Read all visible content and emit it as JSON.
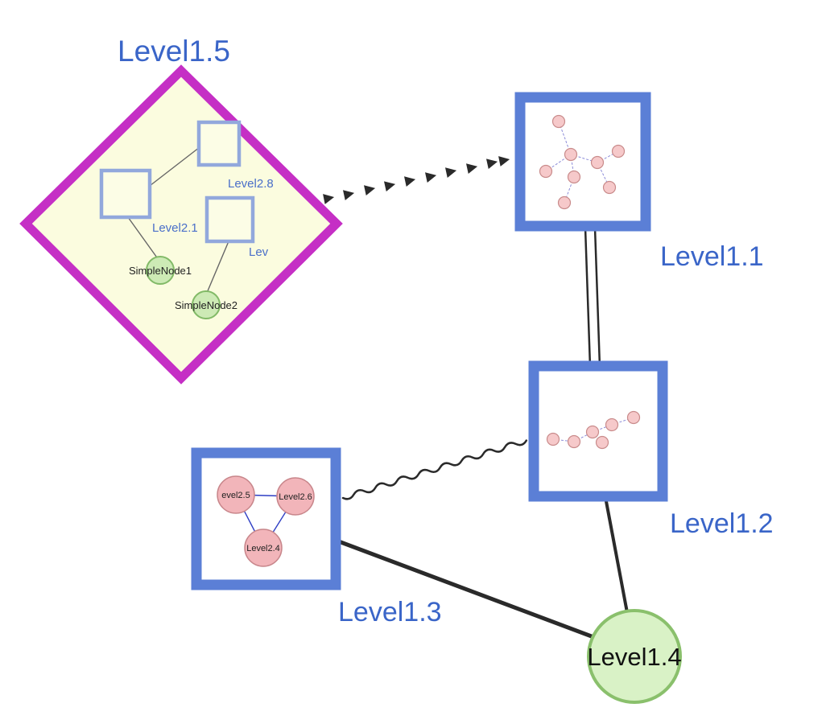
{
  "diagram": {
    "kind": "nested-graph-visualization",
    "top_level_nodes": {
      "level1_5": {
        "label": "Level1.5",
        "shape": "diamond-group",
        "border_color": "#c52fc5",
        "fill": "#fbfcdf"
      },
      "level1_1": {
        "label": "Level1.1",
        "shape": "square-group",
        "border_color": "#5b7fd6",
        "fill": "#ffffff"
      },
      "level1_2": {
        "label": "Level1.2",
        "shape": "square-group",
        "border_color": "#5b7fd6",
        "fill": "#ffffff"
      },
      "level1_3": {
        "label": "Level1.3",
        "shape": "square-group",
        "border_color": "#5b7fd6",
        "fill": "#ffffff"
      },
      "level1_4": {
        "label": "Level1.4",
        "shape": "circle",
        "border_color": "#8ac06c",
        "fill": "#d9f2c6"
      }
    },
    "level1_5_children": {
      "level2_8": {
        "label": "Level2.8",
        "shape": "square"
      },
      "level2_1": {
        "label": "Level2.1",
        "shape": "square"
      },
      "level2_lev": {
        "label": "Lev",
        "shape": "square"
      },
      "simple_node_1": {
        "label": "SimpleNode1",
        "shape": "circle"
      },
      "simple_node_2": {
        "label": "SimpleNode2",
        "shape": "circle"
      }
    },
    "level1_3_children": {
      "level2_5": {
        "label": "evel2.5",
        "shape": "circle"
      },
      "level2_6": {
        "label": "Level2.6",
        "shape": "circle"
      },
      "level2_4": {
        "label": "Level2.4",
        "shape": "circle"
      }
    },
    "edges": [
      {
        "from": "Level1.5",
        "to": "Level1.1",
        "style": "thick-dashed-arrowheads"
      },
      {
        "from": "Level1.1",
        "to": "Level1.2",
        "style": "double-parallel-line"
      },
      {
        "from": "Level1.3",
        "to": "Level1.2",
        "style": "wavy-line"
      },
      {
        "from": "Level1.3",
        "to": "Level1.4",
        "style": "solid-thick"
      },
      {
        "from": "Level1.2",
        "to": "Level1.4",
        "style": "solid"
      }
    ],
    "inner_edges": [
      {
        "from": "Level2.1",
        "to": "Level2.8",
        "style": "gray-thin"
      },
      {
        "from": "Level2.1",
        "to": "SimpleNode1",
        "style": "gray-thin"
      },
      {
        "from": "Lev",
        "to": "SimpleNode2",
        "style": "gray-thin"
      },
      {
        "from": "evel2.5",
        "to": "Level2.6",
        "style": "blue-thin"
      },
      {
        "from": "evel2.5",
        "to": "Level2.4",
        "style": "blue-thin"
      },
      {
        "from": "Level2.6",
        "to": "Level2.4",
        "style": "blue-thin"
      }
    ],
    "colors": {
      "label_blue": "#3a65c8",
      "diamond_magenta": "#c52fc5",
      "diamond_fill_yellow": "#fbfcdf",
      "group_border_blue": "#5b7fd6",
      "green_fill": "#cdeab5",
      "green_border": "#82ba67",
      "pink_fill": "#f2b5ba",
      "pink_border": "#c8868b",
      "edge_black": "#2a2a2a",
      "inner_edge_blue": "#2e3ec4",
      "dashed_edge_lilac": "#8c8cd8"
    }
  }
}
